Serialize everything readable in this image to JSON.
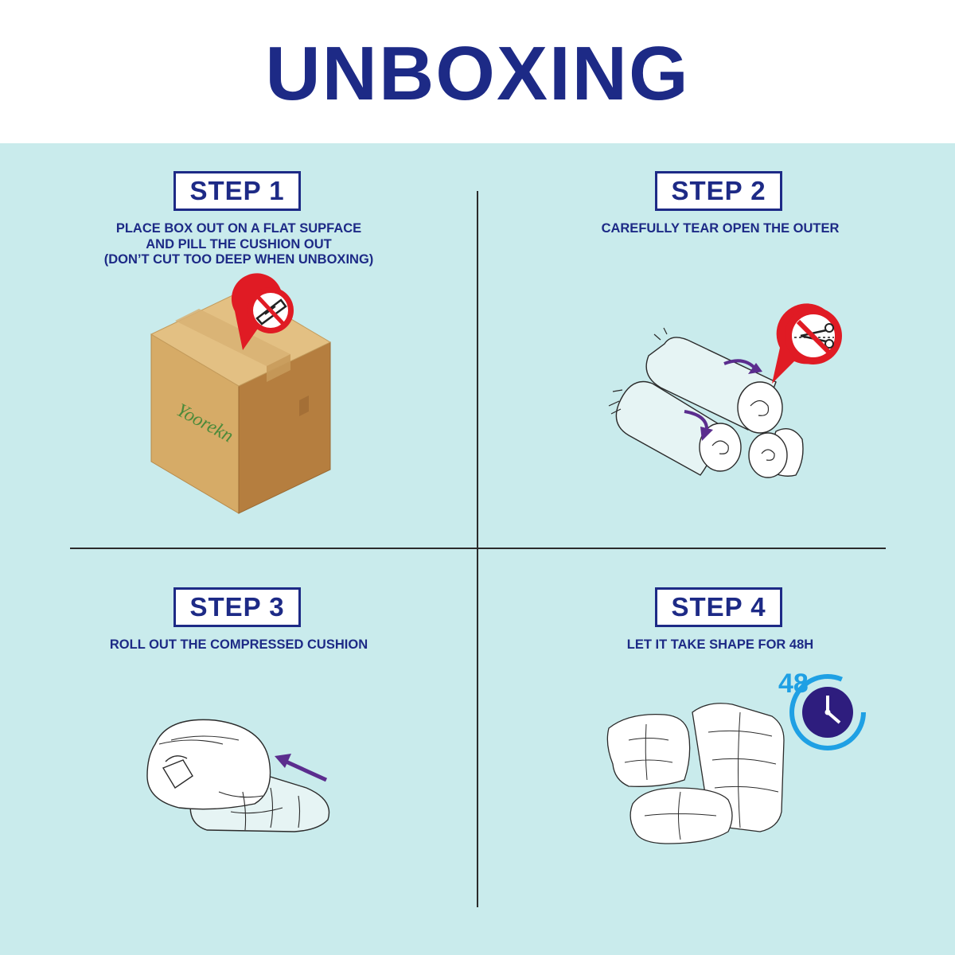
{
  "header": {
    "title": "UNBOXING"
  },
  "steps": [
    {
      "label": "STEP 1",
      "lines": [
        "PLACE BOX OUT ON A FLAT SUPFACE",
        "AND PILL THE CUSHION OUT",
        "(DON’T CUT TOO DEEP WHEN UNBOXING)"
      ]
    },
    {
      "label": "STEP 2",
      "lines": [
        "CAREFULLY TEAR OPEN THE OUTER"
      ]
    },
    {
      "label": "STEP 3",
      "lines": [
        "ROLL OUT THE COMPRESSED CUSHION"
      ]
    },
    {
      "label": "STEP 4",
      "lines": [
        "LET IT TAKE SHAPE FOR 48H"
      ]
    }
  ],
  "box_brand": "Yoorekn",
  "timer_hours": "48",
  "colors": {
    "title": "#1d2a86",
    "panel_background": "#c9ebec",
    "box": "#d4a865",
    "warning_red": "#e01b24",
    "arrow_purple": "#5b2d8e",
    "timer_blue": "#1fa0e4",
    "clock_face": "#2e1d7e"
  },
  "icons": [
    "box-cutter-prohibited-icon",
    "scissors-prohibited-icon",
    "purple-arrow-icon",
    "clock-icon"
  ]
}
